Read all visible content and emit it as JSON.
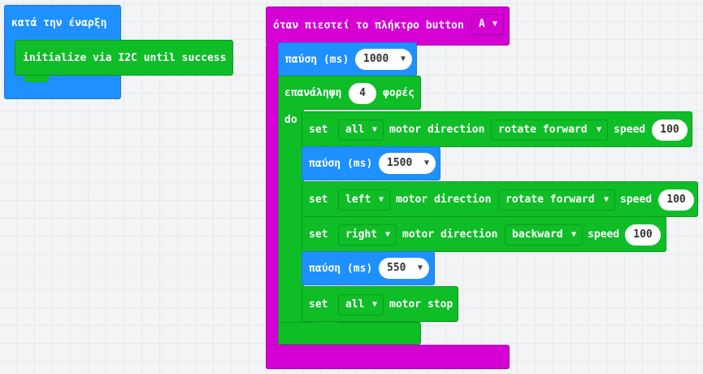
{
  "colors": {
    "events": "#1e90ff",
    "pink": "#d400d4",
    "green": "#0fbd27",
    "green_dark": "#0a9a1e",
    "white": "#ffffff"
  },
  "start_block": {
    "label": "κατά την έναρξη",
    "init": "initialize via I2C until success"
  },
  "button_block": {
    "label": "όταν πιεστεί το πλήκτρο button",
    "button": "A",
    "pause1": {
      "label": "παύση (ms)",
      "value": "1000"
    },
    "repeat": {
      "label": "επανάληψη",
      "count": "4",
      "suffix": "φορές",
      "do": "do"
    },
    "body": [
      {
        "kind": "motor",
        "set": "set",
        "target": "all",
        "dir_label": "motor direction",
        "dir": "rotate forward",
        "speed_label": "speed",
        "speed": "100"
      },
      {
        "kind": "pause",
        "label": "παύση (ms)",
        "value": "1500"
      },
      {
        "kind": "motor",
        "set": "set",
        "target": "left",
        "dir_label": "motor direction",
        "dir": "rotate forward",
        "speed_label": "speed",
        "speed": "100"
      },
      {
        "kind": "motor",
        "set": "set",
        "target": "right",
        "dir_label": "motor direction",
        "dir": "backward",
        "speed_label": "speed",
        "speed": "100"
      },
      {
        "kind": "pause",
        "label": "παύση (ms)",
        "value": "550"
      },
      {
        "kind": "stop",
        "set": "set",
        "target": "all",
        "stop_label": "motor stop"
      }
    ]
  }
}
